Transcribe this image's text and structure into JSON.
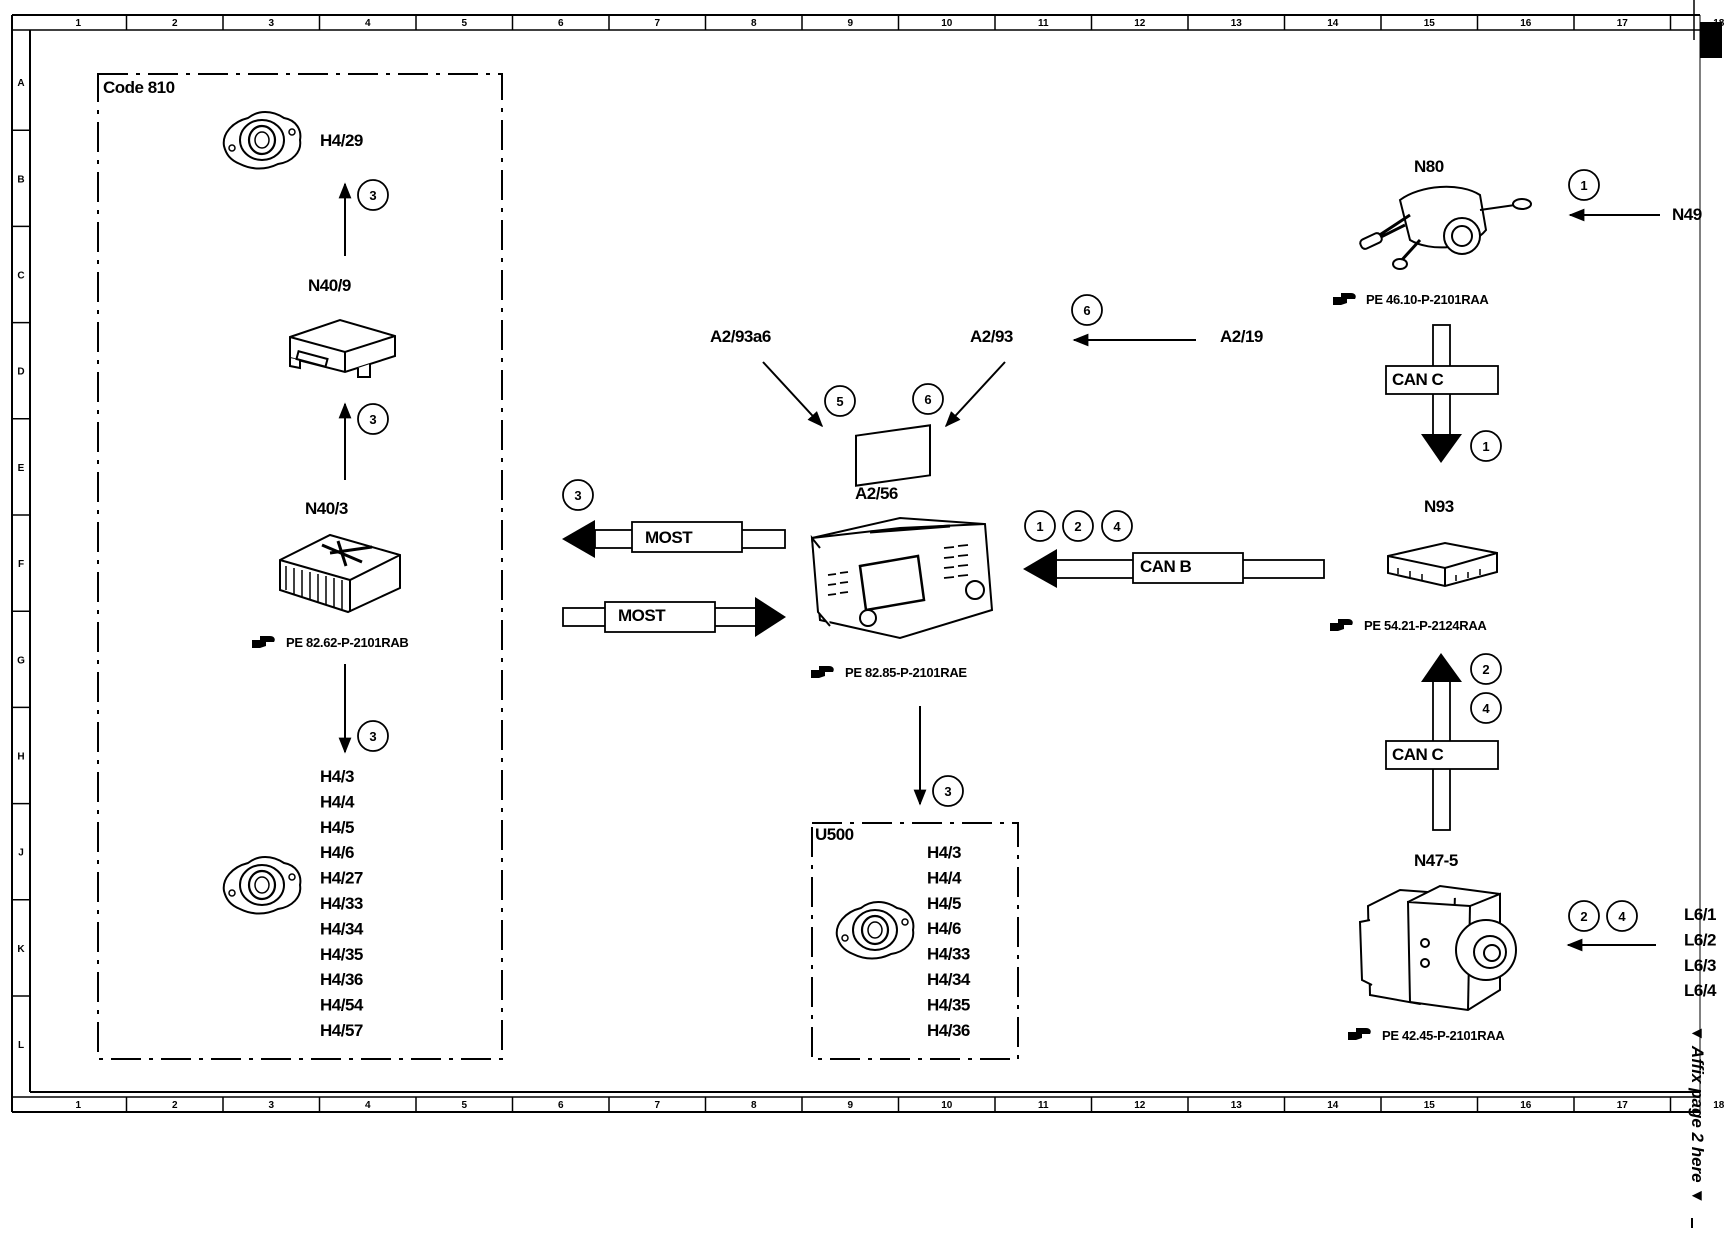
{
  "grid": {
    "columns": [
      "1",
      "2",
      "3",
      "4",
      "5",
      "6",
      "7",
      "8",
      "9",
      "10",
      "11",
      "12",
      "13",
      "14",
      "15",
      "16",
      "17",
      "18"
    ],
    "rows": [
      "A",
      "B",
      "C",
      "D",
      "E",
      "F",
      "G",
      "H",
      "J",
      "K",
      "L"
    ]
  },
  "code_box": {
    "title": "Code 810"
  },
  "u500_box": {
    "title": "U500"
  },
  "components": {
    "h4_29": "H4/29",
    "n40_9": "N40/9",
    "n40_3": "N40/3",
    "n40_3_ref": "PE 82.62-P-2101RAB",
    "a2_56": "A2/56",
    "a2_56_ref": "PE 82.85-P-2101RAE",
    "a2_93a6": "A2/93a6",
    "a2_93": "A2/93",
    "a2_19": "A2/19",
    "n80": "N80",
    "n80_ref": "PE 46.10-P-2101RAA",
    "n49": "N49",
    "n93": "N93",
    "n93_ref": "PE 54.21-P-2124RAA",
    "n47_5": "N47-5",
    "n47_5_ref": "PE 42.45-P-2101RAA"
  },
  "left_speakers": [
    "H4/3",
    "H4/4",
    "H4/5",
    "H4/6",
    "H4/27",
    "H4/33",
    "H4/34",
    "H4/35",
    "H4/36",
    "H4/54",
    "H4/57"
  ],
  "u500_speakers": [
    "H4/3",
    "H4/4",
    "H4/5",
    "H4/6",
    "H4/33",
    "H4/34",
    "H4/35",
    "H4/36"
  ],
  "sensors": [
    "L6/1",
    "L6/2",
    "L6/3",
    "L6/4"
  ],
  "bus_labels": {
    "most_out": "MOST",
    "most_in": "MOST",
    "can_b": "CAN B",
    "can_c_top": "CAN C",
    "can_c_bottom": "CAN C"
  },
  "signals": {
    "s1": "1",
    "s2": "2",
    "s3": "3",
    "s4": "4",
    "s5": "5",
    "s6": "6"
  },
  "side_note": "▼ Affix page 2 here ▼"
}
